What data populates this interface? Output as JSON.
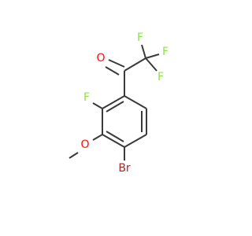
{
  "molecule": {
    "atoms": {
      "o_carbonyl": "O",
      "f_cf3_top": "F",
      "f_cf3_right": "F",
      "f_cf3_bottom": "F",
      "f_ring": "F",
      "o_methoxy": "O",
      "br": "Br"
    },
    "colors": {
      "bond": "#3a3a3a",
      "oxygen": "#ff0d0d",
      "fluorine": "#90e050",
      "bromine": "#a62929"
    }
  }
}
